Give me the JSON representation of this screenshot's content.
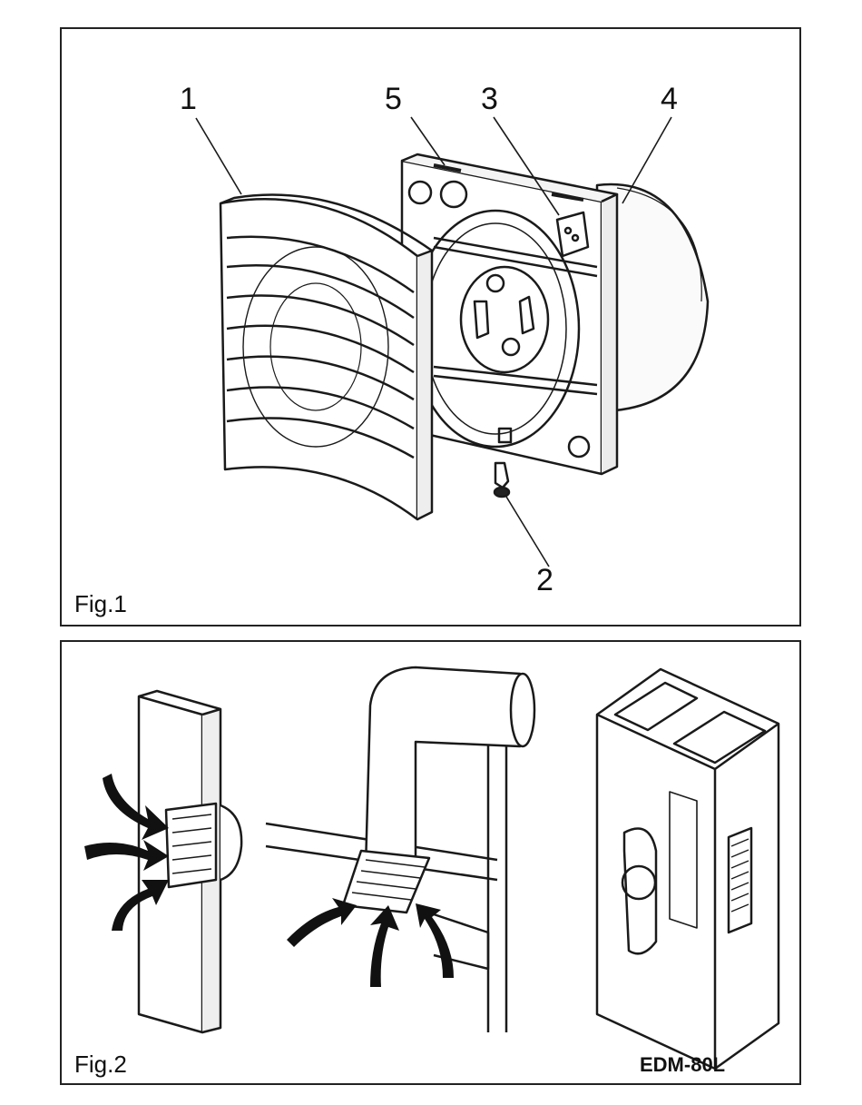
{
  "fig1": {
    "caption": "Fig.1",
    "callouts": [
      {
        "id": "c1",
        "text": "1"
      },
      {
        "id": "c2",
        "text": "2"
      },
      {
        "id": "c3",
        "text": "3"
      },
      {
        "id": "c4",
        "text": "4"
      },
      {
        "id": "c5",
        "text": "5"
      }
    ]
  },
  "fig2": {
    "caption": "Fig.2",
    "model": "EDM-80L"
  }
}
